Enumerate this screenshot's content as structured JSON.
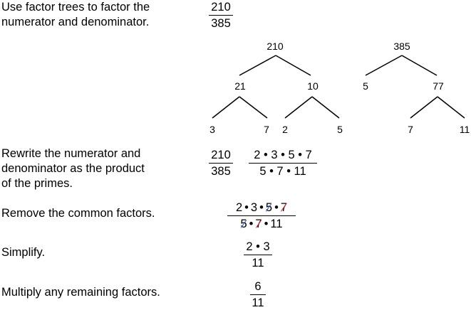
{
  "steps": [
    {
      "lines": [
        "Use factor trees to factor the",
        "numerator and denominator."
      ]
    },
    {
      "lines": [
        "Rewrite the numerator and",
        "denominator as the product",
        "of the primes."
      ]
    },
    {
      "lines": [
        "Remove the common factors."
      ]
    },
    {
      "lines": [
        "Simplify."
      ]
    },
    {
      "lines": [
        "Multiply any remaining factors."
      ]
    }
  ],
  "fraction": {
    "numerator": "210",
    "denominator": "385"
  },
  "tree_210": {
    "root": "210",
    "mid_left": "21",
    "mid_right": "10",
    "leaves": [
      "3",
      "7",
      "2",
      "5"
    ]
  },
  "tree_385": {
    "root": "385",
    "left": "5",
    "right": "77",
    "leaves": [
      "7",
      "11"
    ]
  },
  "factored": {
    "numerator": "2 • 3 • 5 • 7",
    "denominator": "5 • 7 • 11"
  },
  "cancel": {
    "numerator": [
      "2",
      "3",
      "5",
      "7"
    ],
    "denominator": [
      "5",
      "7",
      "11"
    ],
    "blue_color": "#2c56b8",
    "red_color": "#d6303e"
  },
  "simplified": {
    "numerator": "2 • 3",
    "denominator": "11"
  },
  "result": {
    "numerator": "6",
    "denominator": "11"
  }
}
